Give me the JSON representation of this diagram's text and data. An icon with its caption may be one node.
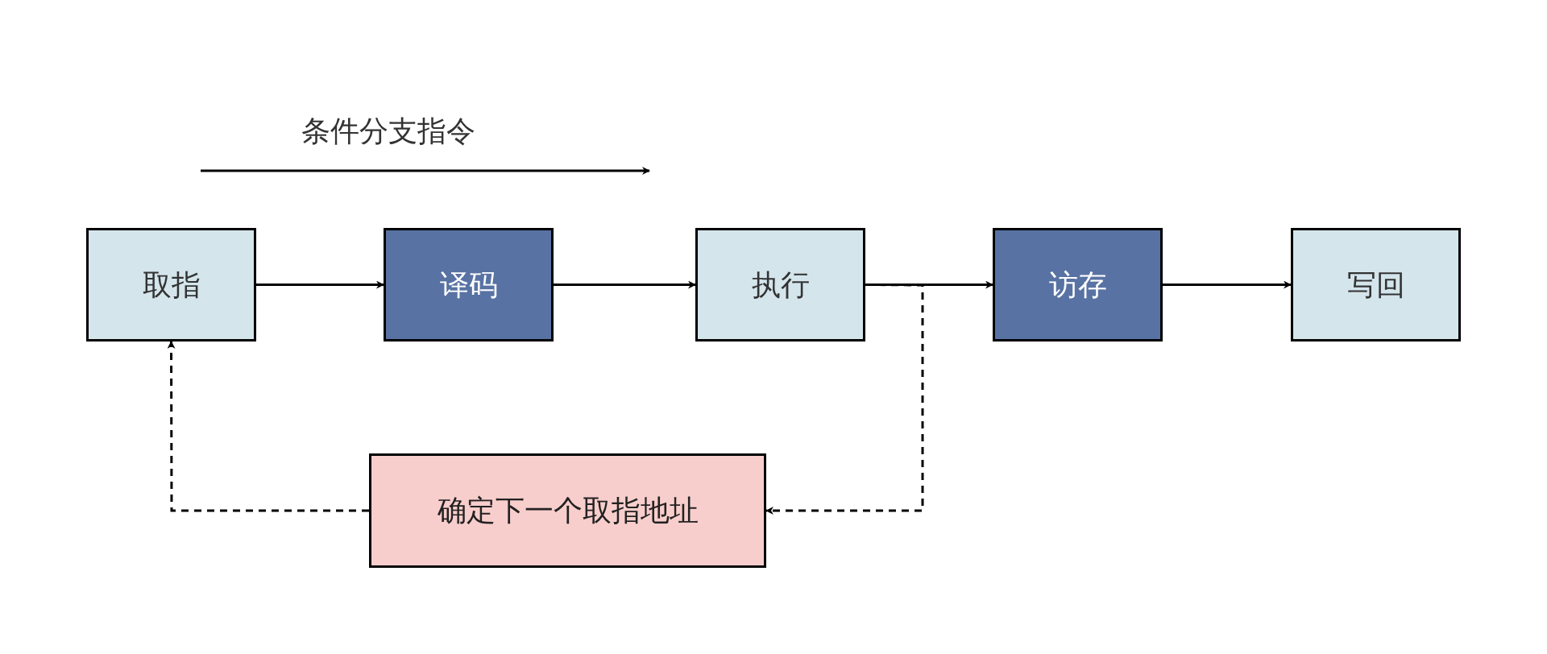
{
  "diagram": {
    "nodes": [
      {
        "text": [
          "取指"
        ]
      },
      {
        "text": [
          "译码"
        ]
      },
      {
        "text": [
          "执行"
        ]
      },
      {
        "text": [
          "访存"
        ]
      },
      {
        "text": [
          "写回"
        ]
      },
      {
        "text": [
          "确定下一个取指地址"
        ]
      }
    ],
    "edges": [
      {
        "from": 0,
        "to": 1,
        "arrow": "to"
      },
      {
        "from": 1,
        "to": 2,
        "arrow": "to"
      },
      {
        "from": 2,
        "to": 3,
        "arrow": "to"
      },
      {
        "from": 3,
        "to": 4,
        "arrow": "to"
      },
      {
        "from": 2,
        "to": 5,
        "arrow": "to",
        "style": "dashed"
      },
      {
        "from": 5,
        "to": 0,
        "arrow": "to",
        "style": "dashed"
      }
    ],
    "labels": [
      "条件分支指令"
    ]
  }
}
